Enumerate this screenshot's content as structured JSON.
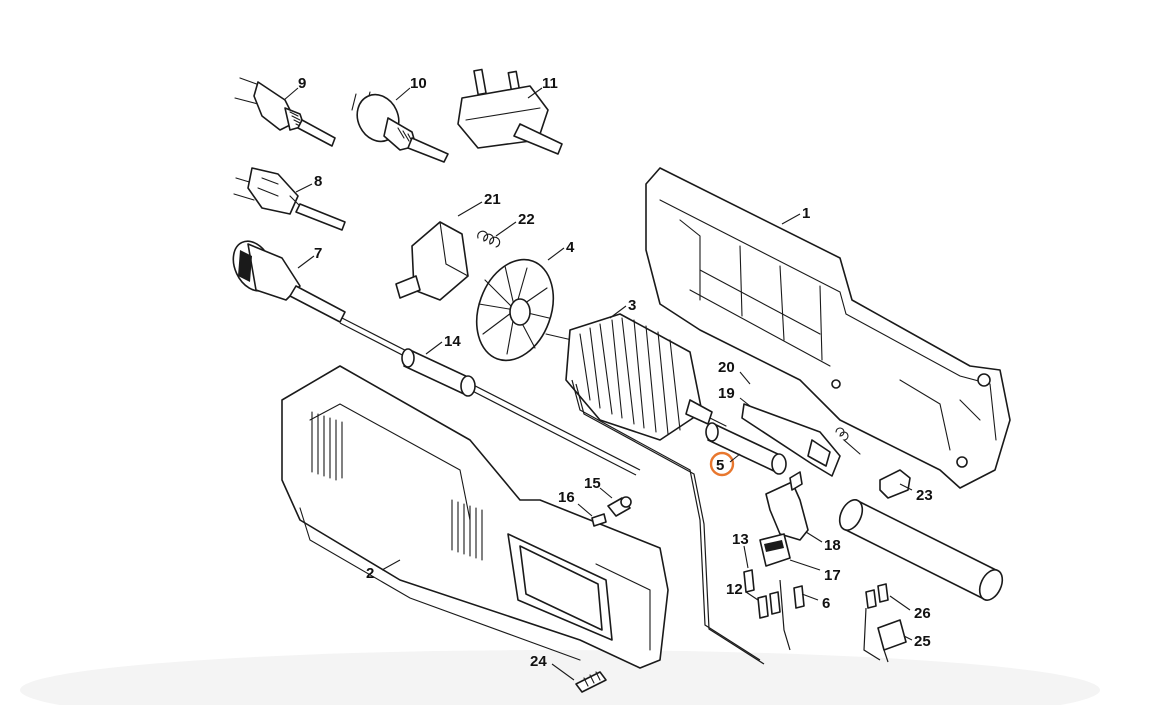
{
  "diagram": {
    "highlight_color": "#E8772E",
    "highlighted_part": "5",
    "callouts": [
      {
        "id": "c1",
        "label": "1"
      },
      {
        "id": "c2",
        "label": "2"
      },
      {
        "id": "c3",
        "label": "3"
      },
      {
        "id": "c4",
        "label": "4"
      },
      {
        "id": "c5",
        "label": "5"
      },
      {
        "id": "c6",
        "label": "6"
      },
      {
        "id": "c7",
        "label": "7"
      },
      {
        "id": "c8",
        "label": "8"
      },
      {
        "id": "c9",
        "label": "9"
      },
      {
        "id": "c10",
        "label": "10"
      },
      {
        "id": "c11",
        "label": "11"
      },
      {
        "id": "c12",
        "label": "12"
      },
      {
        "id": "c13",
        "label": "13"
      },
      {
        "id": "c14",
        "label": "14"
      },
      {
        "id": "c15",
        "label": "15"
      },
      {
        "id": "c16",
        "label": "16"
      },
      {
        "id": "c17",
        "label": "17"
      },
      {
        "id": "c18",
        "label": "18"
      },
      {
        "id": "c19",
        "label": "19"
      },
      {
        "id": "c20",
        "label": "20"
      },
      {
        "id": "c21",
        "label": "21"
      },
      {
        "id": "c22",
        "label": "22"
      },
      {
        "id": "c23",
        "label": "23"
      },
      {
        "id": "c24",
        "label": "24"
      },
      {
        "id": "c25",
        "label": "25"
      },
      {
        "id": "c26",
        "label": "26"
      }
    ]
  }
}
